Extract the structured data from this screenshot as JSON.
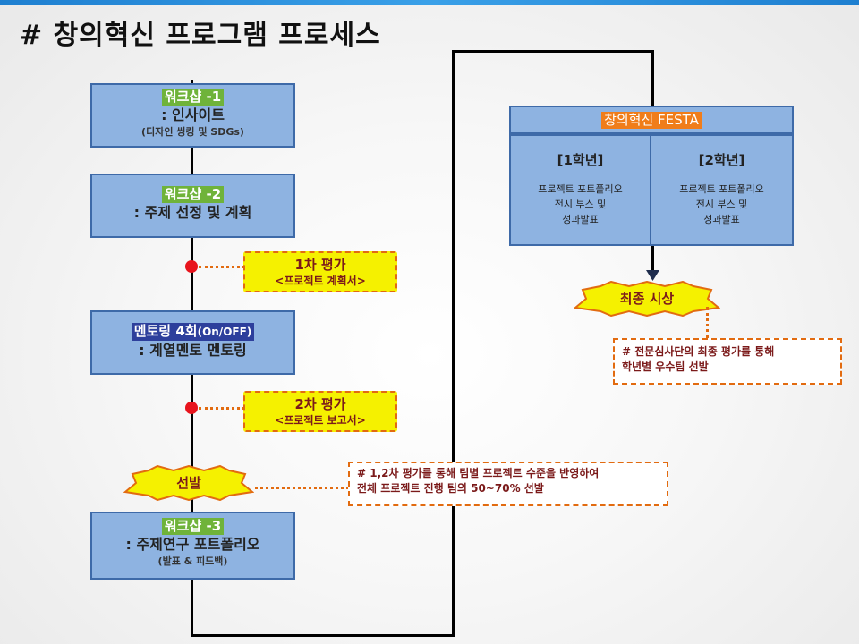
{
  "title": "# 창의혁신 프로그램 프로세스",
  "workshop1": {
    "tag": "워크샵 -1",
    "line": ": 인사이트",
    "note": "(디자인 씽킹 및 SDGs)"
  },
  "workshop2": {
    "tag": "워크샵 -2",
    "line": ": 주제 선정 및 계획"
  },
  "eval1": {
    "title": "1차 평가",
    "sub": "<프로젝트 계획서>"
  },
  "mentoring": {
    "tag": "멘토링 4회",
    "tag_small": "(On/OFF)",
    "line": ": 계열멘토 멘토링"
  },
  "eval2": {
    "title": "2차 평가",
    "sub": "<프로젝트 보고서>"
  },
  "selection": {
    "label": "선발"
  },
  "selection_note": {
    "line1": "# 1,2차 평가를 통해 팀별 프로젝트 수준을 반영하여",
    "line2": "전체 프로젝트 진행 팀의 50~70% 선발"
  },
  "workshop3": {
    "tag": "워크샵 -3",
    "line": ": 주제연구 포트폴리오",
    "note": "(발표 & 피드백)"
  },
  "festa": {
    "title": "창의혁신 FESTA",
    "grades": [
      {
        "grade": "[1학년]",
        "desc1": "프로젝트 포트폴리오",
        "desc2": "전시 부스 및",
        "desc3": "성과발표"
      },
      {
        "grade": "[2학년]",
        "desc1": "프로젝트 포트폴리오",
        "desc2": "전시 부스 및",
        "desc3": "성과발표"
      }
    ]
  },
  "award": {
    "label": "최종 시상"
  },
  "award_note": {
    "line1": "# 전문심사단의 최종 평가를 통해",
    "line2": "학년별 우수팀 선발"
  },
  "colors": {
    "box": "#8eb3e1",
    "border": "#3e6aa8",
    "eval_fill": "#f5f100",
    "dash": "#e26b10",
    "dot": "#e8141d"
  }
}
